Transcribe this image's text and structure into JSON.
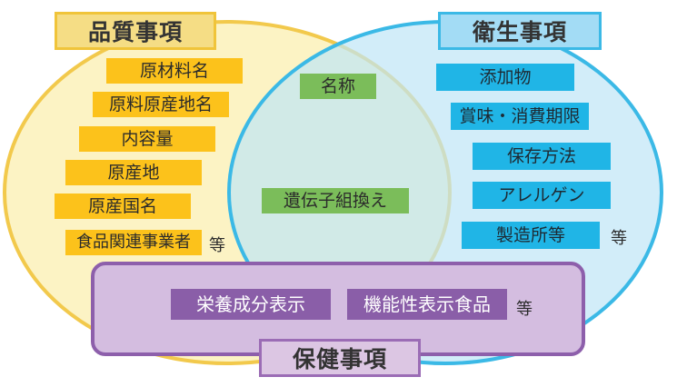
{
  "quality": {
    "title": "品質事項",
    "items": [
      "原材料名",
      "原料原産地名",
      "内容量",
      "原産地",
      "原産国名",
      "食品関連事業者"
    ],
    "etc": "等"
  },
  "hygiene": {
    "title": "衛生事項",
    "items": [
      "添加物",
      "賞味・消費期限",
      "保存方法",
      "アレルゲン",
      "製造所等"
    ],
    "etc": "等"
  },
  "common": {
    "items": [
      "名称",
      "遺伝子組換え"
    ]
  },
  "health": {
    "title": "保健事項",
    "items": [
      "栄養成分表示",
      "機能性表示食品"
    ],
    "etc": "等"
  },
  "colors": {
    "quality": "#fcc21b",
    "hygiene": "#20b5e6",
    "common": "#7bbd5a",
    "health": "#8a5ea8"
  }
}
